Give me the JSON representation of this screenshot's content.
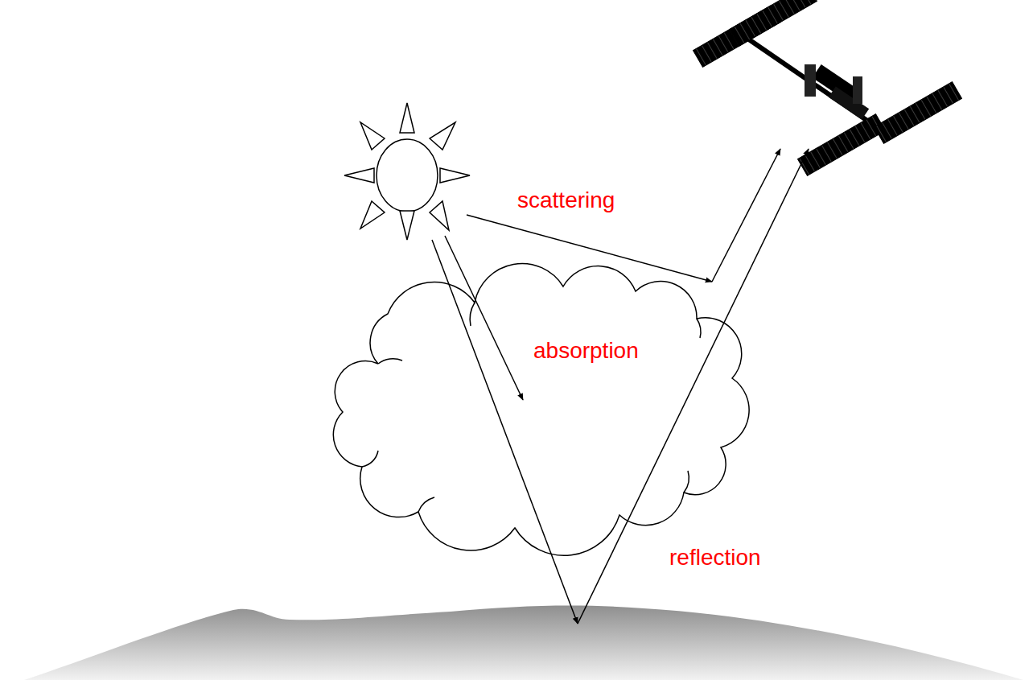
{
  "diagram": {
    "labels": [
      "scattering",
      "absorption",
      "reflection"
    ]
  }
}
